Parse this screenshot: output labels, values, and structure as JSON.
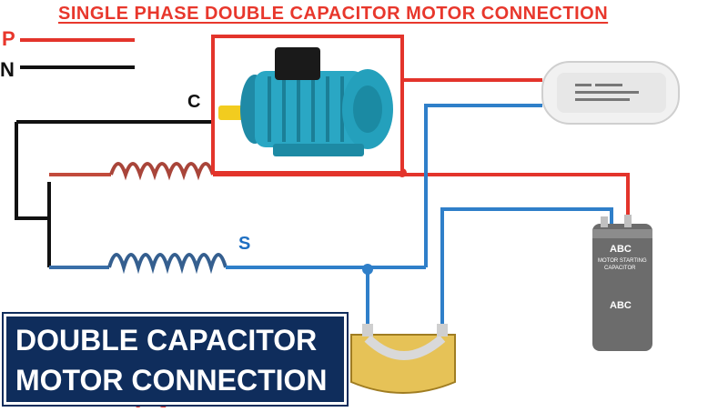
{
  "title": "SINGLE PHASE DOUBLE CAPACITOR MOTOR CONNECTION",
  "labels": {
    "phase": "P",
    "neutral": "N",
    "common": "C",
    "start": "S"
  },
  "banner": {
    "line1": "DOUBLE CAPACITOR",
    "line2": "MOTOR CONNECTION"
  },
  "capacitor_start": {
    "brand": "ABC",
    "lines": [
      "MOTOR STARTING",
      "CAPACITOR",
      "..."
    ],
    "brand2": "ABC"
  },
  "colors": {
    "red_wire": "#e3342b",
    "blue_wire": "#2f7fc9",
    "black_wire": "#111111",
    "motor_body": "#2aa7c4",
    "banner_bg": "#0f2d5c"
  }
}
